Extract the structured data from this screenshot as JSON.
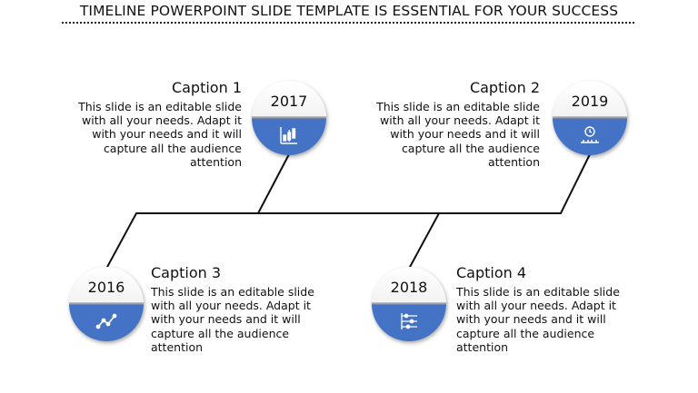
{
  "slide": {
    "title": "TIMELINE POWERPOINT SLIDE TEMPLATE IS ESSENTIAL FOR YOUR SUCCESS"
  },
  "colors": {
    "accent": "#4472c4",
    "line": "#111111"
  },
  "milestones": [
    {
      "year": "2017",
      "caption": "Caption 1",
      "text": "This slide is an editable slide with all your needs. Adapt it with your needs and it will capture all the audience attention",
      "icon": "candlestick-chart-icon"
    },
    {
      "year": "2019",
      "caption": "Caption 2",
      "text": "This slide is an editable slide with all your needs. Adapt it with your needs and it will capture all the audience attention",
      "icon": "clock-timeline-icon"
    },
    {
      "year": "2016",
      "caption": "Caption 3",
      "text": "This slide is an editable slide with all your needs. Adapt it with your needs and it will capture all the audience attention",
      "icon": "line-chart-icon"
    },
    {
      "year": "2018",
      "caption": "Caption 4",
      "text": "This slide is an editable slide with all your needs. Adapt it with your needs and it will capture all the audience attention",
      "icon": "sliders-icon"
    }
  ]
}
